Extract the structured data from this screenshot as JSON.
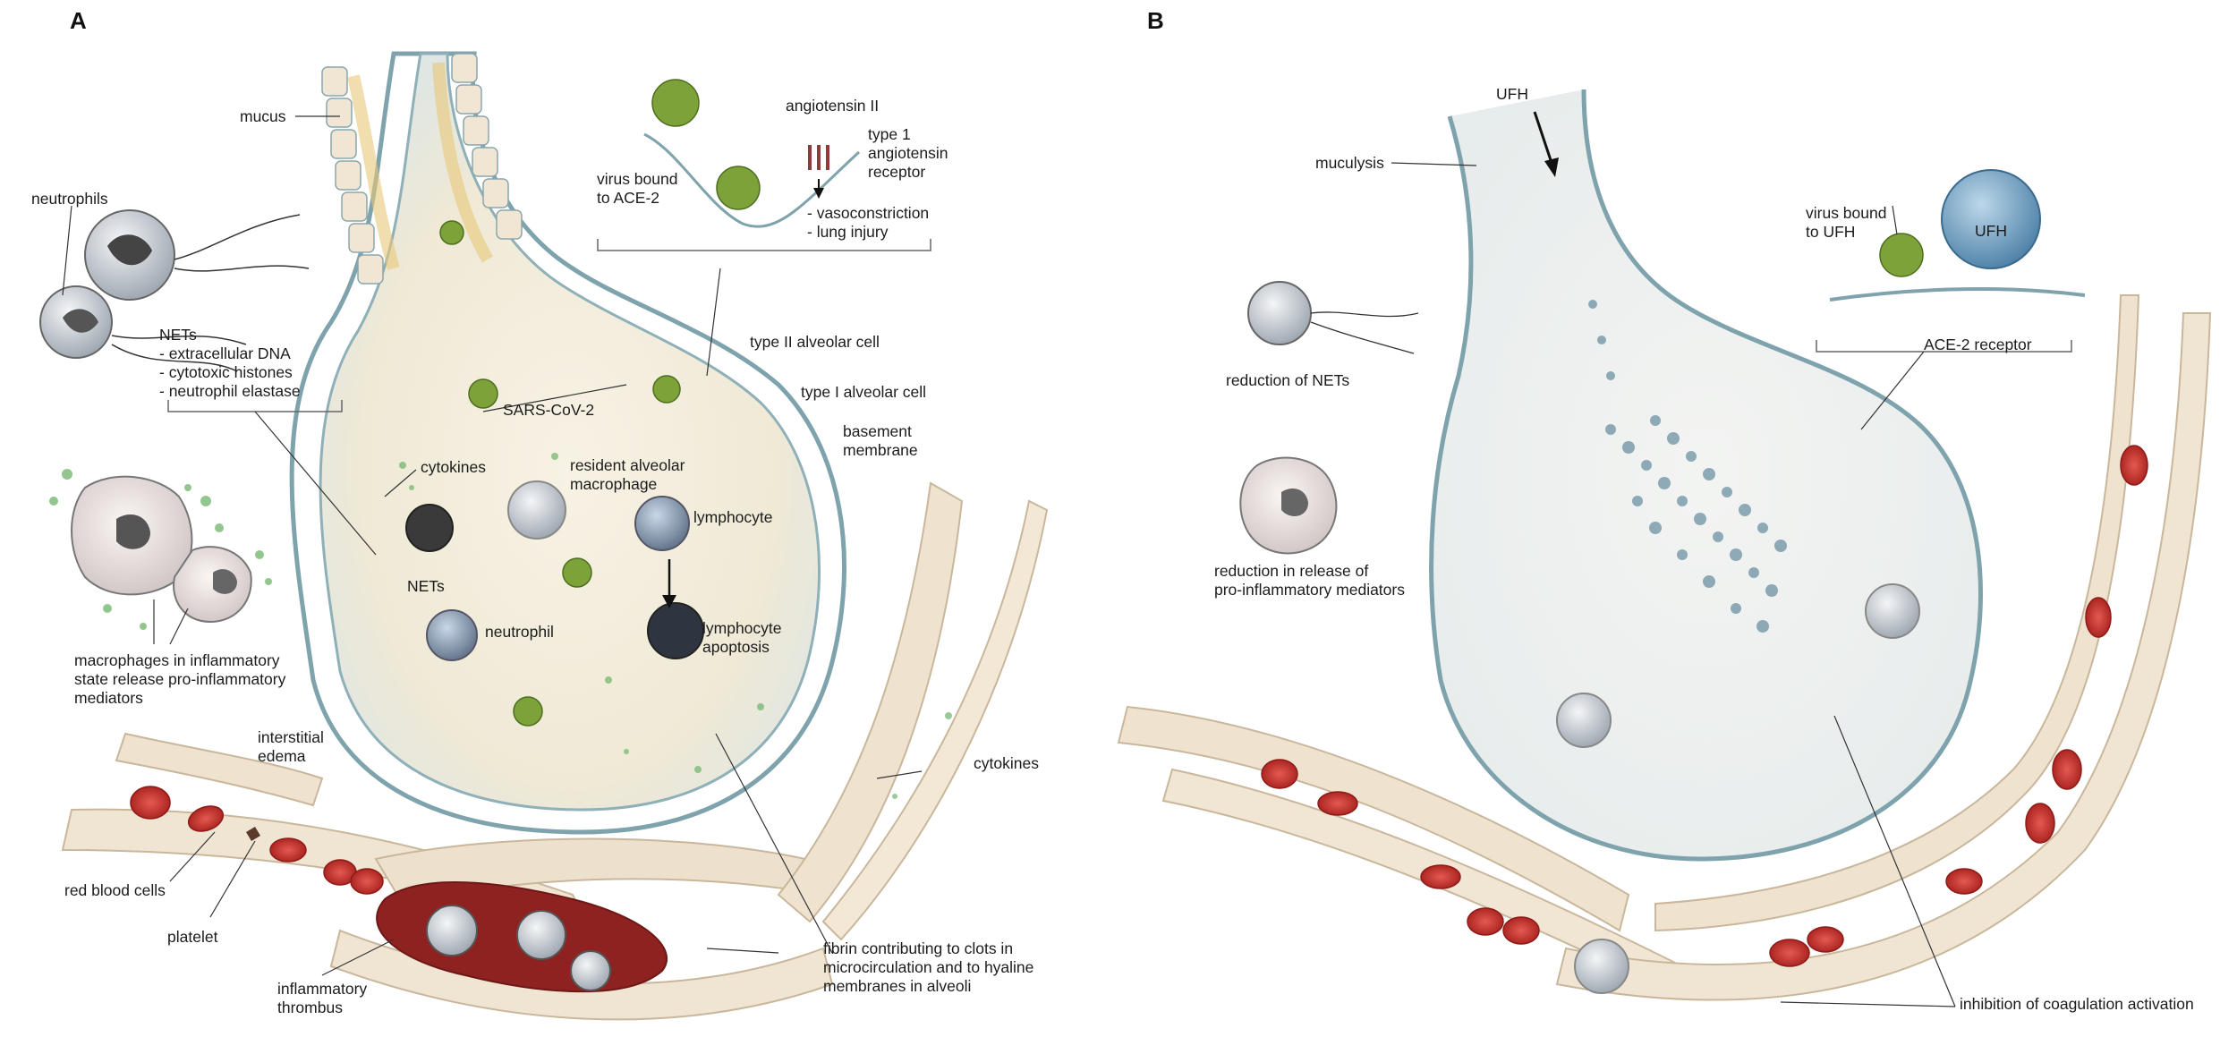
{
  "panels": [
    {
      "letter": "A",
      "labels": {
        "mucus": "mucus",
        "neutrophils": "neutrophils",
        "nets_list": [
          "NETs",
          "- extracellular DNA",
          "- cytotoxic histones",
          "- neutrophil elastase"
        ],
        "cytokines_inner": "cytokines",
        "nets_small": "NETs",
        "macrophages": [
          "macrophages in inflammatory",
          "state release pro-inflammatory",
          "mediators"
        ],
        "interstitial_edema": [
          "interstitial",
          "edema"
        ],
        "red_blood_cells": "red blood cells",
        "platelet": "platelet",
        "inflammatory_thrombus": [
          "inflammatory",
          "thrombus"
        ],
        "virus_bound": [
          "virus bound",
          "to ACE-2"
        ],
        "angiotensin": "angiotensin II",
        "receptor": [
          "type 1",
          "angiotensin",
          "receptor"
        ],
        "effects": [
          "- vasoconstriction",
          "- lung injury"
        ],
        "type2": "type II alveolar cell",
        "type1": "type I alveolar cell",
        "sars": "SARS-CoV-2",
        "basement": [
          "basement",
          "membrane"
        ],
        "resident_macrophage": [
          "resident alveolar",
          "macrophage"
        ],
        "lymphocyte": "lymphocyte",
        "neutrophil": "neutrophil",
        "lymphocyte_apoptosis": [
          "lymphocyte",
          "apoptosis"
        ],
        "cytokines_outer": "cytokines",
        "fibrin": [
          "fibrin contributing to clots in",
          "microcirculation and to hyaline",
          "membranes in alveoli"
        ]
      }
    },
    {
      "letter": "B",
      "labels": {
        "ufh_top": "UFH",
        "muculysis": "muculysis",
        "virus_ufh": [
          "virus bound",
          "to UFH"
        ],
        "ufh_cell": "UFH",
        "ace2_receptor": "ACE-2 receptor",
        "reduction_nets": "reduction of NETs",
        "reduction_mediators": [
          "reduction in release of",
          "pro-inflammatory mediators"
        ],
        "coagulation": "inhibition of coagulation activation"
      }
    }
  ],
  "colors": {
    "wall": "#7fa3ad",
    "epithelium": "#f1e6d3",
    "mucus": "#e8c878",
    "virus": "#7da23a",
    "rbc": "#c23a36",
    "thrombus": "#8e2220",
    "ufh": "#5a8fb4",
    "dots": "#6fb36a",
    "heparin_cloud": "#3d6f86"
  },
  "icons": [
    "virus-icon",
    "neutrophil-icon",
    "macrophage-icon",
    "lymphocyte-icon",
    "red-blood-cell-icon",
    "platelet-icon",
    "ufh-molecule-icon"
  ]
}
